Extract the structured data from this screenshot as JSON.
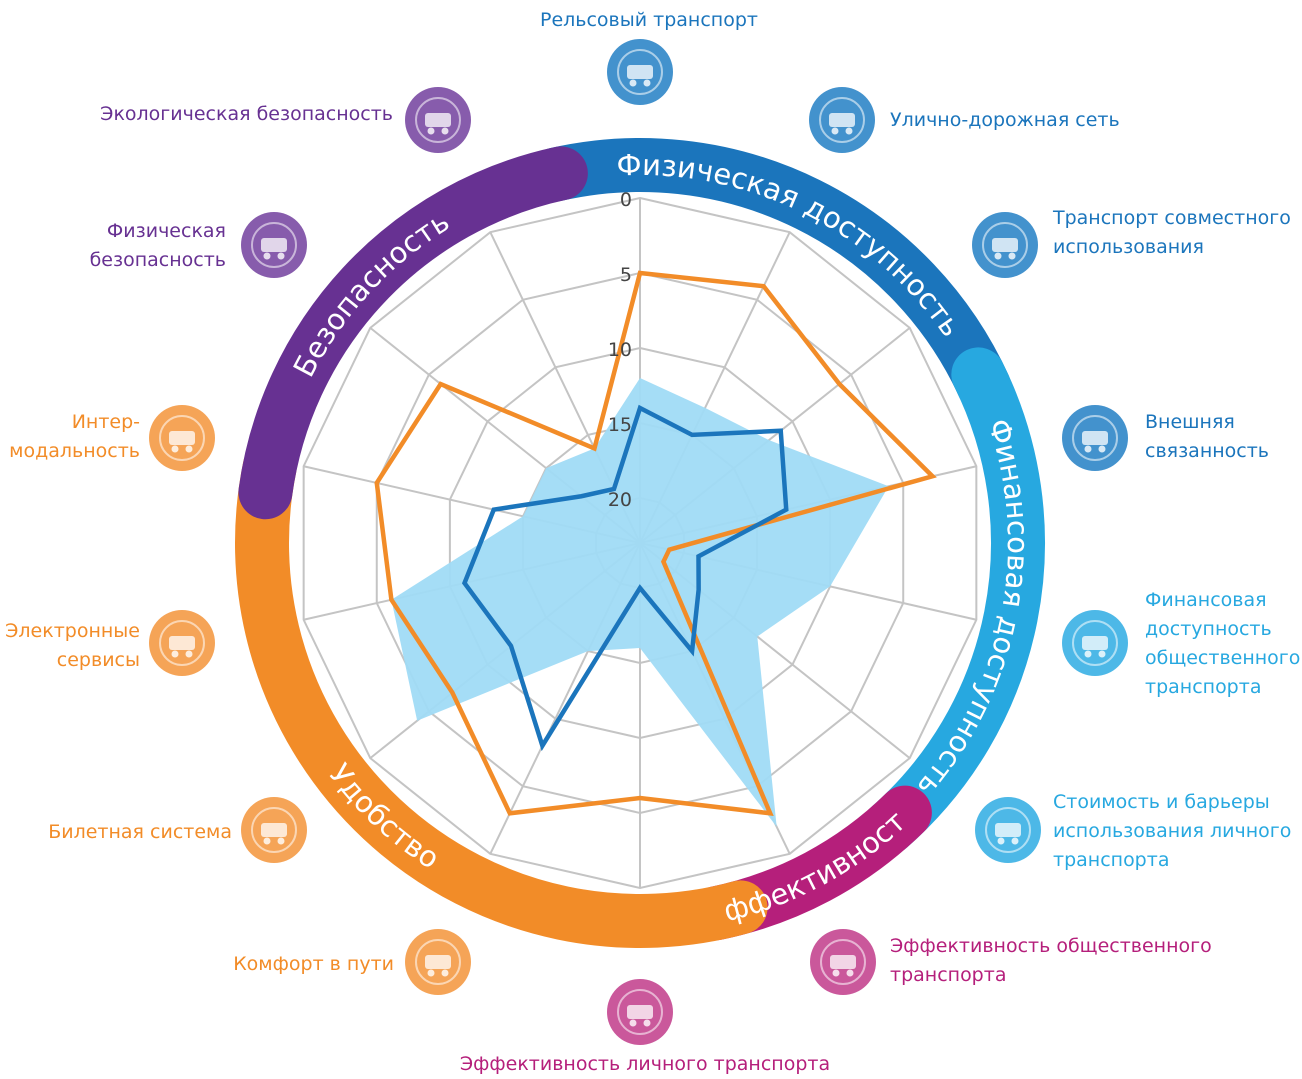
{
  "chart_data": {
    "type": "radar",
    "title": "",
    "r_ticks": [
      "0",
      "5",
      "10",
      "15",
      "20"
    ],
    "r_range": [
      0,
      23
    ],
    "reversed_scale": true,
    "grid": true,
    "categories": [
      "Рельсовый транспорт",
      "Улично-дорожная сеть",
      "Транспорт совместного использования",
      "Внешняя связанность",
      "Финансовая доступность общественного транспорта",
      "Стоимость и барьеры использования личного транспорта",
      "Эффективность общественного транспорта",
      "Эффективность личного транспорта",
      "Комфорт в пути",
      "Билетная система",
      "Электронные сервисы",
      "Интер-модальность",
      "Физическая безопасность",
      "Экологическая безопасность"
    ],
    "series": [
      {
        "color": "#f28c28",
        "values": [
          5,
          4,
          6,
          3,
          21,
          21,
          3,
          6,
          3,
          7,
          6,
          5,
          6,
          16
        ]
      },
      {
        "color": "#1b75bc",
        "values": [
          14,
          15,
          11,
          13,
          19,
          18,
          15,
          20,
          8,
          12,
          11,
          13,
          18,
          19
        ]
      },
      {
        "color": "#a0dbf5",
        "filled": true,
        "values": [
          12,
          13,
          12,
          6,
          10,
          13,
          2,
          16,
          15,
          4,
          6,
          15,
          15,
          16
        ]
      }
    ]
  },
  "ring_sections": [
    {
      "name": "Физическая доступность",
      "color": "#1b75bc"
    },
    {
      "name": "Финансовая доступность",
      "color": "#27a8e0"
    },
    {
      "name": "Эффективность",
      "color": "#b51f7b"
    },
    {
      "name": "Удобство",
      "color": "#f28c28"
    },
    {
      "name": "Безопасность",
      "color": "#673192"
    }
  ],
  "labels": [
    {
      "lines": [
        "Рельсовый транспорт"
      ],
      "color": "#1b75bc",
      "icon": "train-icon"
    },
    {
      "lines": [
        "Улично-дорожная сеть"
      ],
      "color": "#1b75bc",
      "icon": "road-network-icon"
    },
    {
      "lines": [
        "Транспорт совместного",
        "использования"
      ],
      "color": "#1b75bc",
      "icon": "bike-sharing-icon"
    },
    {
      "lines": [
        "Внешняя",
        "связанность"
      ],
      "color": "#1b75bc",
      "icon": "airplane-icon"
    },
    {
      "lines": [
        "Финансовая",
        "доступность",
        "общественного",
        "транспорта"
      ],
      "color": "#27a8e0",
      "icon": "payment-icon"
    },
    {
      "lines": [
        "Стоимость и барьеры",
        "использования личного",
        "транспорта"
      ],
      "color": "#27a8e0",
      "icon": "toll-icon"
    },
    {
      "lines": [
        "Эффективность общественного",
        "транспорта"
      ],
      "color": "#b51f7b",
      "icon": "running-passenger-icon"
    },
    {
      "lines": [
        "Эффективность личного транспорта"
      ],
      "color": "#b51f7b",
      "icon": "traffic-jam-icon"
    },
    {
      "lines": [
        "Комфорт в пути"
      ],
      "color": "#f28c28",
      "icon": "comfort-icon"
    },
    {
      "lines": [
        "Билетная система"
      ],
      "color": "#f28c28",
      "icon": "ticket-icon"
    },
    {
      "lines": [
        "Электронные",
        "сервисы"
      ],
      "color": "#f28c28",
      "icon": "smartphone-icon"
    },
    {
      "lines": [
        "Интер-",
        "модальность"
      ],
      "color": "#f28c28",
      "icon": "intermodal-icon"
    },
    {
      "lines": [
        "Физическая",
        "безопасность"
      ],
      "color": "#673192",
      "icon": "car-crash-icon"
    },
    {
      "lines": [
        "Экологическая безопасность"
      ],
      "color": "#673192",
      "icon": "eco-cyclist-icon"
    }
  ]
}
